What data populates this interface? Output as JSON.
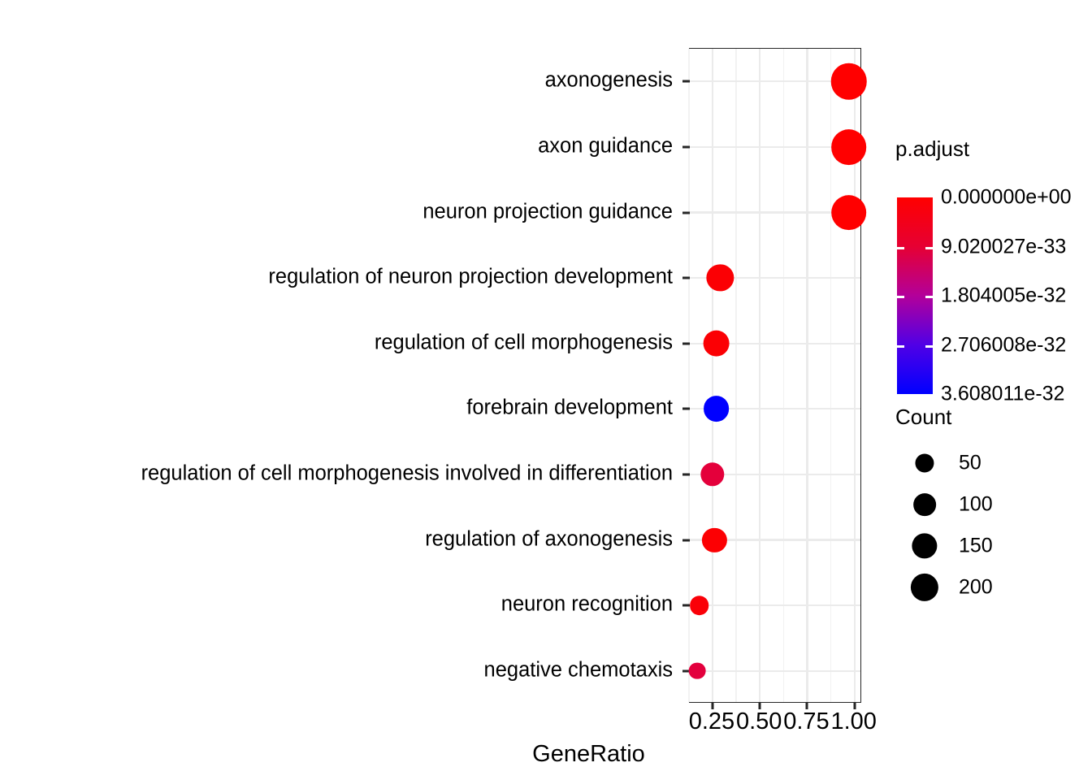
{
  "chart_data": {
    "type": "scatter",
    "title": "",
    "subtitle": "",
    "xlabel": "GeneRatio",
    "ylabel": "",
    "xlim": [
      0.13,
      1.04
    ],
    "xticks": [
      0.25,
      0.5,
      0.75,
      1.0
    ],
    "xticklabels": [
      "0.25",
      "0.50",
      "0.75",
      "1.00"
    ],
    "grid": true,
    "legend_position": "right",
    "categories": [
      "axonogenesis",
      "axon guidance",
      "neuron projection guidance",
      "regulation of neuron projection development",
      "regulation of cell morphogenesis",
      "forebrain development",
      "regulation of cell morphogenesis involved in differentiation",
      "regulation of axonogenesis",
      "neuron recognition",
      "negative chemotaxis"
    ],
    "points": [
      {
        "term": "axonogenesis",
        "gene_ratio": 0.97,
        "count": 225,
        "p_adjust": 0.0,
        "color": "#ff0000"
      },
      {
        "term": "axon guidance",
        "gene_ratio": 0.97,
        "count": 215,
        "p_adjust": 0.0,
        "color": "#ff0000"
      },
      {
        "term": "neuron projection guidance",
        "gene_ratio": 0.97,
        "count": 215,
        "p_adjust": 0.0,
        "color": "#ff0000"
      },
      {
        "term": "regulation of neuron projection development",
        "gene_ratio": 0.29,
        "count": 112,
        "p_adjust": 1.5e-33,
        "color": "#fb0004"
      },
      {
        "term": "regulation of cell morphogenesis",
        "gene_ratio": 0.27,
        "count": 108,
        "p_adjust": 1.5e-33,
        "color": "#fb0004"
      },
      {
        "term": "forebrain development",
        "gene_ratio": 0.27,
        "count": 100,
        "p_adjust": 3.608011e-32,
        "color": "#0000ff"
      },
      {
        "term": "regulation of cell morphogenesis involved in differentiation",
        "gene_ratio": 0.25,
        "count": 82,
        "p_adjust": 4.3e-33,
        "color": "#e4003b"
      },
      {
        "term": "regulation of axonogenesis",
        "gene_ratio": 0.26,
        "count": 88,
        "p_adjust": 1e-33,
        "color": "#fc0003"
      },
      {
        "term": "neuron recognition",
        "gene_ratio": 0.18,
        "count": 46,
        "p_adjust": 2e-33,
        "color": "#fa0008"
      },
      {
        "term": "negative chemotaxis",
        "gene_ratio": 0.17,
        "count": 32,
        "p_adjust": 4.5e-33,
        "color": "#e3003d"
      }
    ],
    "color_legend": {
      "title": "p.adjust",
      "labels": [
        "0.000000e+00",
        "9.020027e-33",
        "1.804005e-32",
        "2.706008e-32",
        "3.608011e-32"
      ],
      "values": [
        0.0,
        9.020027e-33,
        1.804005e-32,
        2.706008e-32,
        3.608011e-32
      ],
      "high_color": "#ff0000",
      "low_color": "#0000ff"
    },
    "size_legend": {
      "title": "Count",
      "labels": [
        "50",
        "100",
        "150",
        "200"
      ],
      "values": [
        50,
        100,
        150,
        200
      ]
    }
  },
  "axis": {
    "x_title": "GeneRatio"
  }
}
